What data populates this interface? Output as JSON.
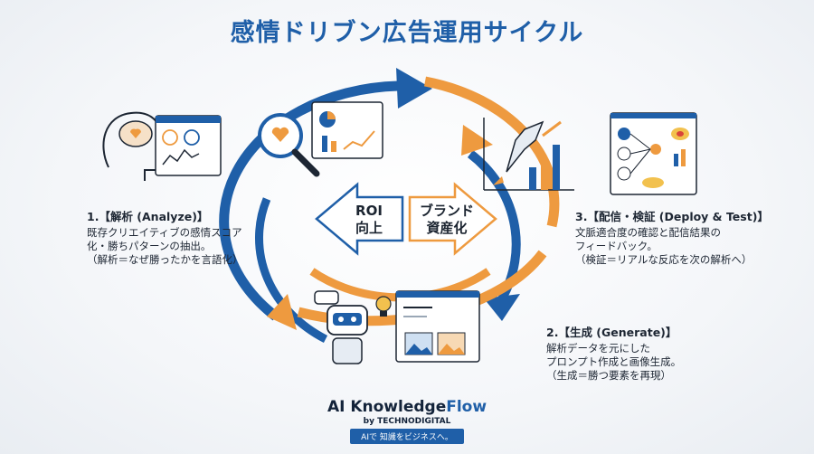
{
  "title": "感情ドリブン広告運用サイクル",
  "steps": {
    "analyze": {
      "heading": "1.【解析 (Analyze)】",
      "lines": [
        "既存クリエイティブの感情スコア",
        "化・勝ちパターンの抽出。",
        "（解析＝なぜ勝ったかを言語化）"
      ]
    },
    "generate": {
      "heading": "2.【生成 (Generate)】",
      "lines": [
        "解析データを元にした",
        "プロンプト作成と画像生成。",
        "（生成＝勝つ要素を再現）"
      ]
    },
    "deploy": {
      "heading": "3.【配信・検証 (Deploy & Test)】",
      "lines": [
        "文脈適合度の確認と配信結果の",
        "フィードバック。",
        "（検証＝リアルな反応を次の解析へ）"
      ]
    }
  },
  "center": {
    "left": {
      "line1": "ROI",
      "line2": "向上"
    },
    "right": {
      "line1": "ブランド",
      "line2": "資産化"
    }
  },
  "brand": {
    "name_main": "AI Knowledge",
    "name_accent": "Flow",
    "by": "by TECHNODIGITAL",
    "tagline": "AIで 知識をビジネスへ。"
  },
  "colors": {
    "blue": "#1f5fa8",
    "orange": "#ee9a3f",
    "text": "#1d2633"
  },
  "icons": [
    "head-brain-icon",
    "magnifier-heart-icon",
    "dashboard-icon",
    "rocket-growth-icon",
    "network-heatmap-icon",
    "robot-icon",
    "lightbulb-icon",
    "image-gallery-icon"
  ]
}
